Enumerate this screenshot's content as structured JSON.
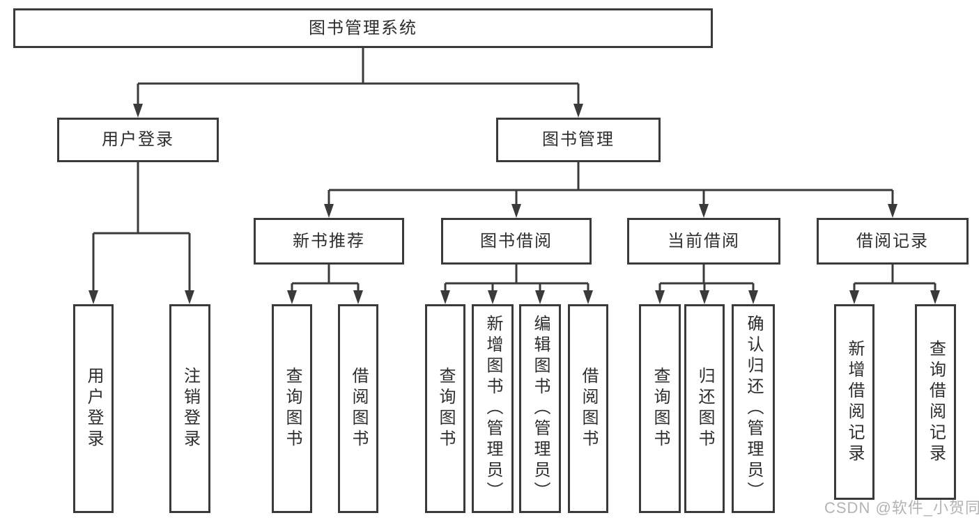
{
  "diagram": {
    "type": "tree",
    "title": "图书管理系统",
    "root": {
      "label": "图书管理系统",
      "children": [
        {
          "label": "用户登录",
          "children": [
            {
              "label": "用户登录"
            },
            {
              "label": "注销登录"
            }
          ]
        },
        {
          "label": "图书管理",
          "children": [
            {
              "label": "新书推荐",
              "children": [
                {
                  "label": "查询图书"
                },
                {
                  "label": "借阅图书"
                }
              ]
            },
            {
              "label": "图书借阅",
              "children": [
                {
                  "label": "查询图书"
                },
                {
                  "label": "新增图书（管理员）"
                },
                {
                  "label": "编辑图书（管理员）"
                },
                {
                  "label": "借阅图书"
                }
              ]
            },
            {
              "label": "当前借阅",
              "children": [
                {
                  "label": "查询图书"
                },
                {
                  "label": "归还图书"
                },
                {
                  "label": "确认归还（管理员）"
                }
              ]
            },
            {
              "label": "借阅记录",
              "children": [
                {
                  "label": "新增借阅记录"
                },
                {
                  "label": "查询借阅记录"
                }
              ]
            }
          ]
        }
      ]
    }
  },
  "watermark": {
    "text": "CSDN @软件_小贺同学"
  },
  "colors": {
    "line": "#3a3a3a",
    "box_border": "#3a3a3a",
    "text": "#2d2d2d",
    "background": "#ffffff",
    "watermark": "#b3b3b3"
  }
}
